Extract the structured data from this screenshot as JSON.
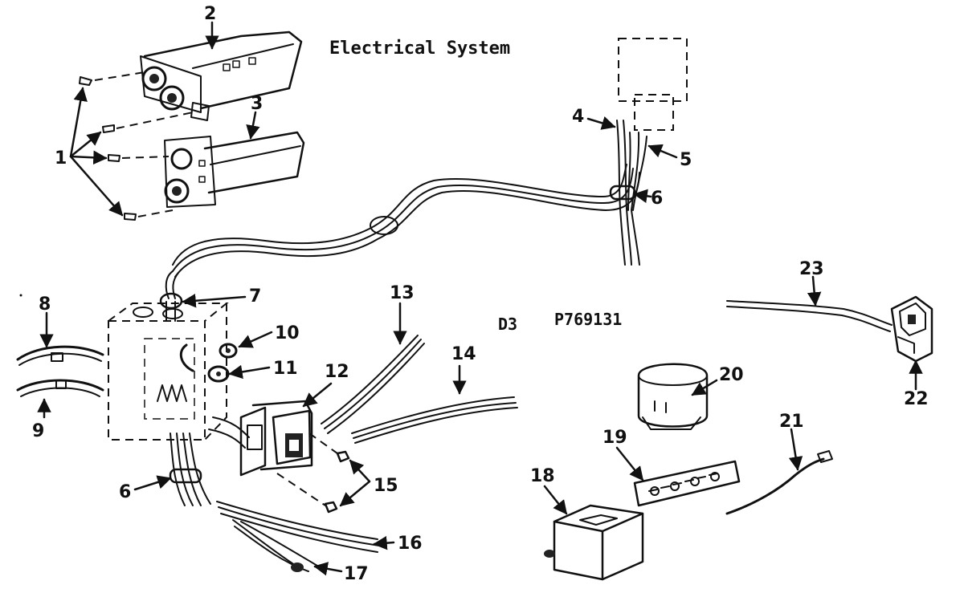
{
  "diagram": {
    "title": "Electrical System",
    "codes": [
      "D3",
      "P769131"
    ],
    "callouts": [
      "1",
      "2",
      "3",
      "4",
      "5",
      "6",
      "7",
      "8",
      "9",
      "10",
      "11",
      "12",
      "13",
      "14",
      "15",
      "16",
      "17",
      "18",
      "19",
      "20",
      "21",
      "22",
      "23",
      "6"
    ]
  }
}
